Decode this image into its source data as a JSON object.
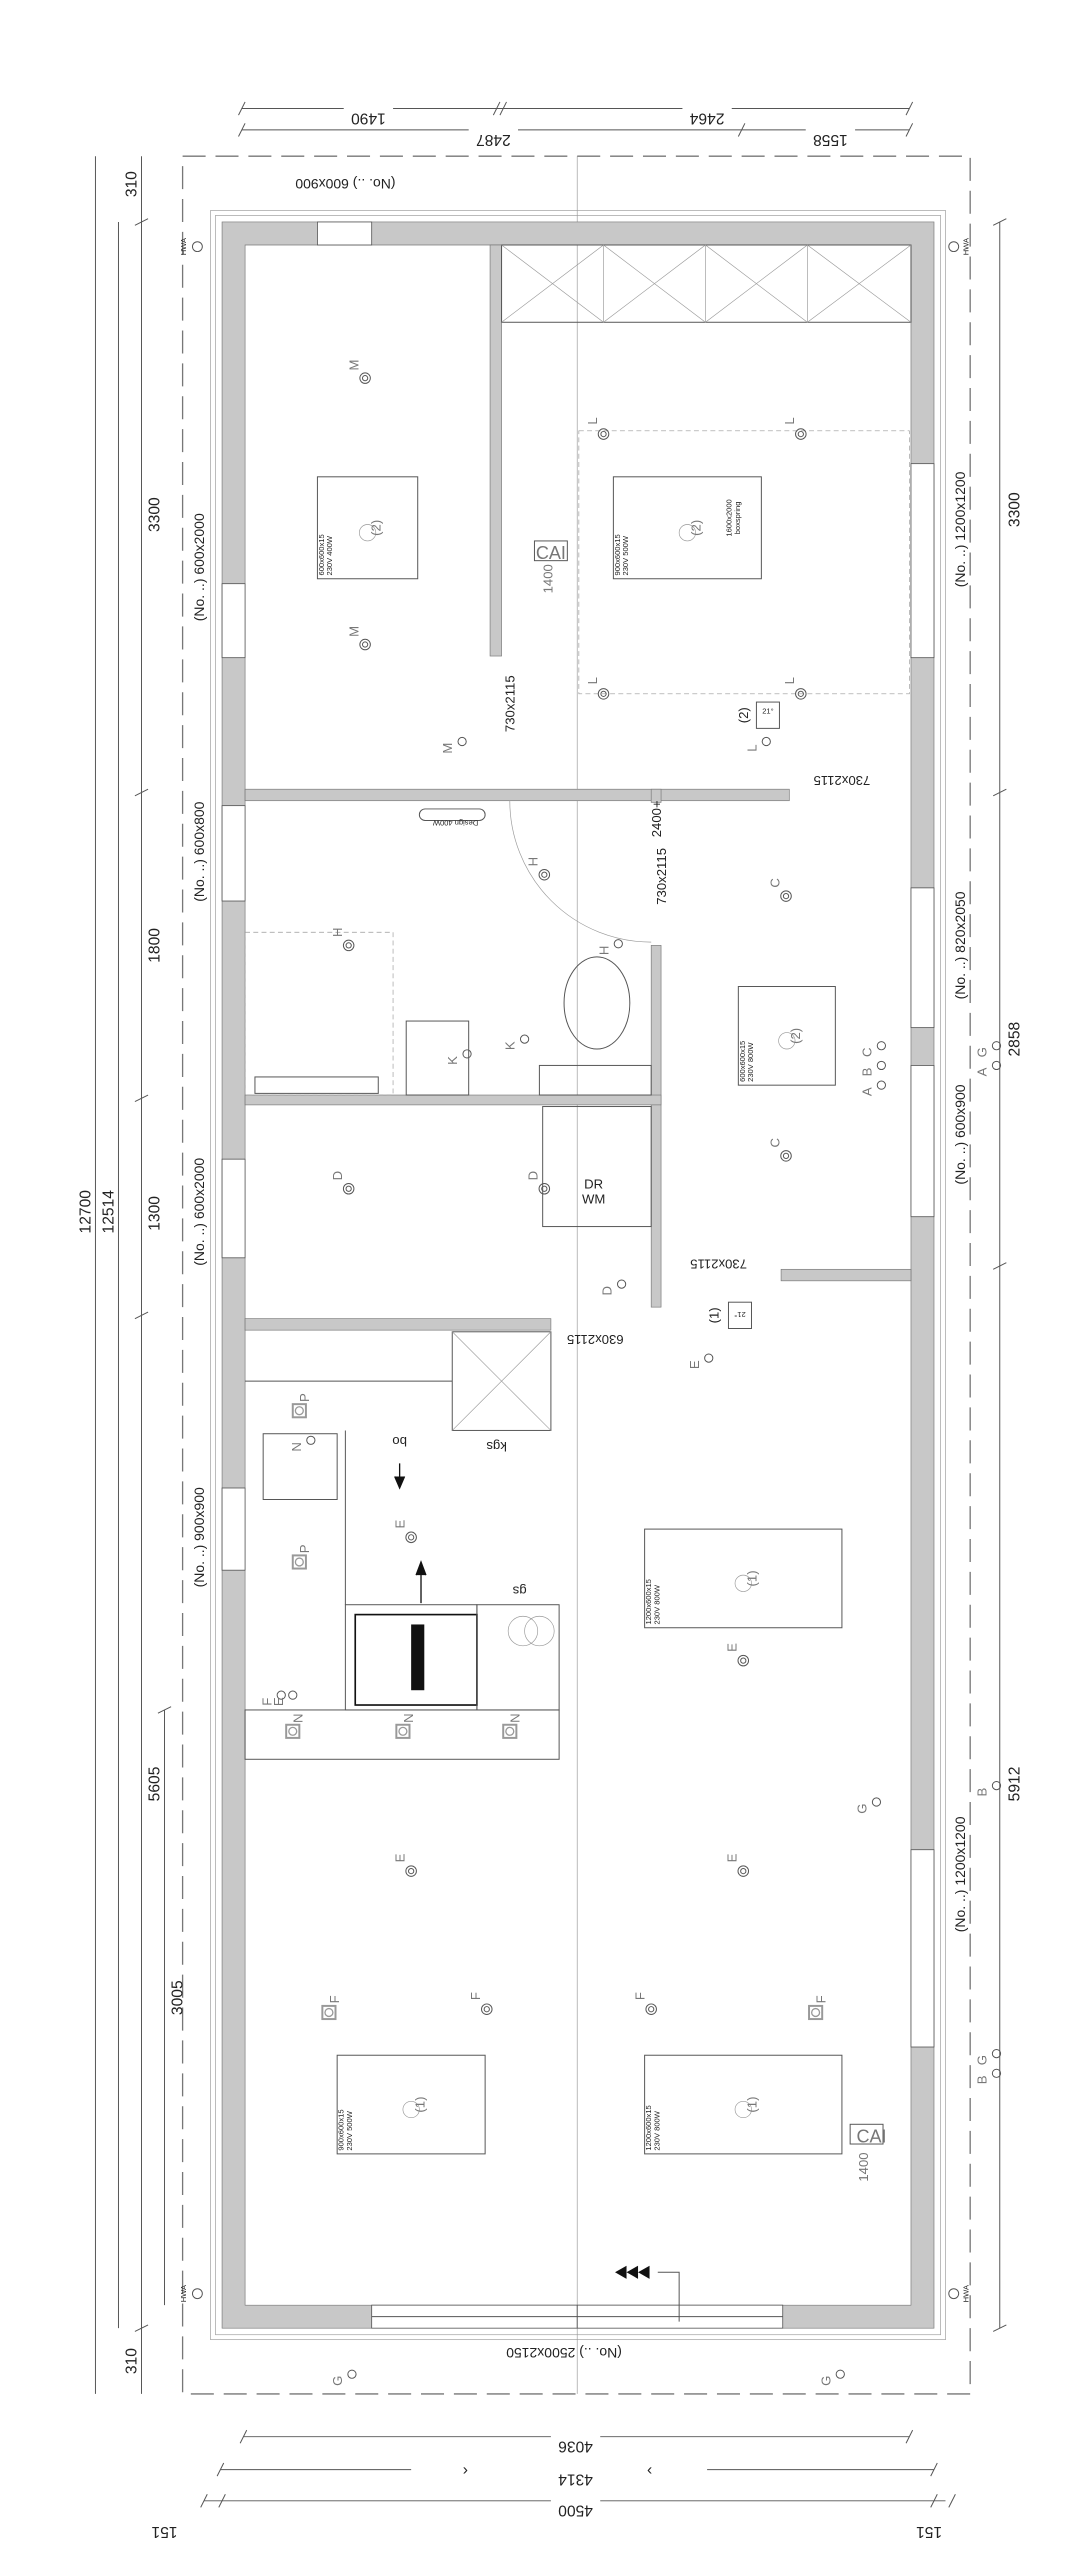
{
  "dimensions": {
    "top": [
      "1490",
      "2464",
      "2487",
      "1558"
    ],
    "bottom": [
      "4036",
      "4314",
      "4500",
      "151",
      "151"
    ],
    "left": [
      "12700",
      "12514",
      "310",
      "3300",
      "1800",
      "1300",
      "5605",
      "3005",
      "310"
    ],
    "right": [
      "3300",
      "2858",
      "5912"
    ]
  },
  "windows": {
    "top": "(No. ..) 600x900",
    "bottom": "(No. ..) 2500x2150",
    "left": [
      "(No. ..) 600x2000",
      "(No. ..) 600x800",
      "(No. ..) 600x2000",
      "(No. ..) 900x900"
    ],
    "right": [
      "(No. ..) 1200x1200",
      "(No. ..) 820x2050",
      "(No. ..) 600x900",
      "(No. ..) 1200x1200"
    ]
  },
  "heaters": [
    {
      "size": "600x600x15",
      "power": "230V 400W",
      "group": "(2)"
    },
    {
      "size": "900x600x15",
      "power": "230V 500W",
      "group": "(2)"
    },
    {
      "size": "600x600x15",
      "power": "230V 800W",
      "group": "(2)"
    },
    {
      "size": "1200x600x15",
      "power": "230V 800W",
      "group": "(1)"
    },
    {
      "size": "900x600x15",
      "power": "230V 500W",
      "group": "(1)"
    },
    {
      "size": "1200x600x15",
      "power": "230V 800W",
      "group": "(1)"
    }
  ],
  "bed": {
    "size": "1600x2000",
    "type": "boxspring"
  },
  "doors": [
    "730x2115",
    "730x2115",
    "730x2115",
    "730x2115",
    "630x2115"
  ],
  "annotations": {
    "ceiling_height": "2400+",
    "design_lamp": "Design 400W",
    "washer_dryer_1": "DR",
    "washer_dryer_2": "WM",
    "oven": "bo",
    "fridge": "kgs",
    "dishwasher": "gs",
    "cai": [
      "CAI",
      "CAI"
    ],
    "cai_height": [
      "1400",
      "1400"
    ],
    "thermostats": [
      {
        "group": "(2)",
        "temp": "21°"
      },
      {
        "group": "(1)",
        "temp": "21°"
      }
    ],
    "hwa": [
      "HWA",
      "HWA",
      "HWA",
      "HWA"
    ]
  },
  "fixture_tags": {
    "lamps": [
      "M",
      "M",
      "L",
      "L",
      "L",
      "L",
      "H",
      "H",
      "C",
      "C",
      "D",
      "D",
      "E",
      "E",
      "E",
      "E",
      "F",
      "F"
    ],
    "spots": [
      "F",
      "F",
      "P",
      "P",
      "N",
      "N",
      "N"
    ],
    "switches": [
      "M",
      "L",
      "H",
      "C",
      "B",
      "A",
      "D",
      "E",
      "G",
      "F",
      "E",
      "K",
      "K",
      "N",
      "G",
      "G",
      "B",
      "A",
      "G",
      "B",
      "G"
    ]
  }
}
